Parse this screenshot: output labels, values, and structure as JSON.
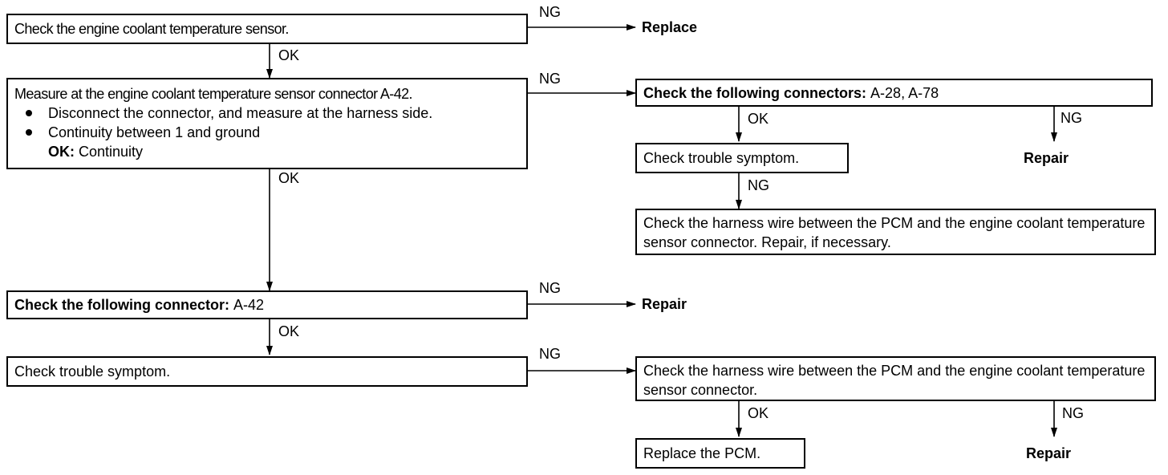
{
  "steps": {
    "s1": "Check the engine coolant temperature sensor.",
    "s2": {
      "title": "Measure at the engine coolant temperature sensor connector A-42.",
      "bullets": [
        "Disconnect the connector, and measure at the harness side.",
        "Continuity between 1 and ground"
      ],
      "ok_key": "OK:",
      "ok_value": "Continuity"
    },
    "s3": {
      "bold": "Check the following connectors:",
      "rest": "A-28, A-78"
    },
    "s4": "Check trouble symptom.",
    "s5": "Check the harness wire between the PCM and the engine coolant temperature sensor connector. Repair, if necessary.",
    "s6": {
      "bold": "Check the following connector:",
      "rest": "A-42"
    },
    "s7": "Check trouble symptom.",
    "s8": "Check the harness wire between the PCM and the engine coolant temperature sensor connector.",
    "s9": "Replace the PCM."
  },
  "results": {
    "replace": "Replace",
    "repair_1": "Repair",
    "repair_2": "Repair",
    "repair_3": "Repair"
  },
  "labels": {
    "ng": "NG",
    "ok": "OK"
  }
}
